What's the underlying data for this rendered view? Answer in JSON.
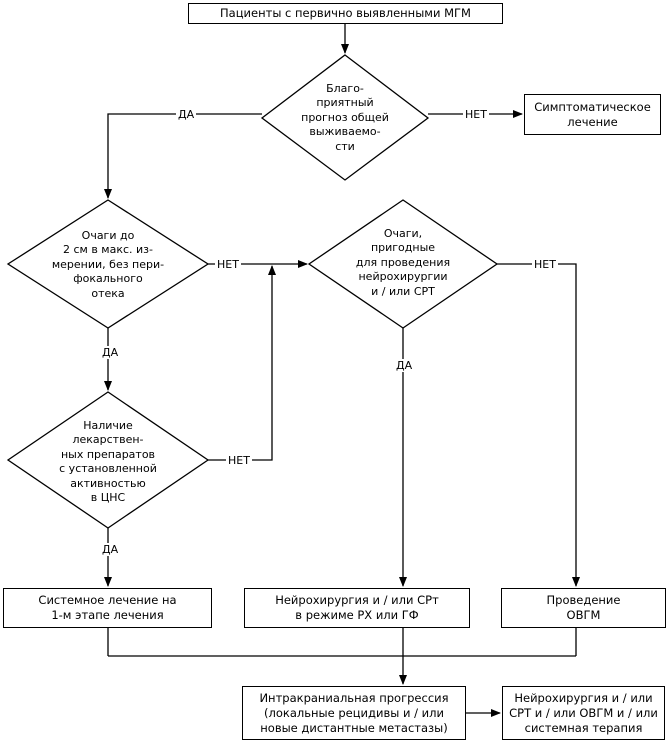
{
  "nodes": {
    "start": "Пациенты с первично выявленными МГМ",
    "d1": "Благо-\nприятный\nпрогноз общей\nвыживаемо-\nсти",
    "symptomatic": "Симптоматическое\nлечение",
    "d2": "Очаги до\n2 см в макс. из-\nмерении, без пери-\nфокального\nотека",
    "d3": "Очаги,\nпригодные\nдля проведения\nнейрохирургии\nи / или СРТ",
    "d4": "Наличие\nлекарствен-\nных препаратов\nс установленной\nактивностью\nв ЦНС",
    "systemic": "Системное лечение на\n1-м этапе лечения",
    "neuro": "Нейрохирургия и / или СРт\nв режиме РХ или ГФ",
    "ovgm": "Проведение\nОВГМ",
    "progression": "Интракраниальная прогрессия\n(локальные рецидивы и / или\nновые дистантные метастазы)",
    "final": "Нейрохирургия и / или\nСРТ и / или ОВГМ и / или\nсистемная терапия"
  },
  "edge_labels": {
    "d1_yes": "ДА",
    "d1_no": "НЕТ",
    "d2_yes": "ДА",
    "d2_no": "НЕТ",
    "d3_yes": "ДА",
    "d3_no": "НЕТ",
    "d4_yes": "ДА",
    "d4_no": "НЕТ"
  }
}
